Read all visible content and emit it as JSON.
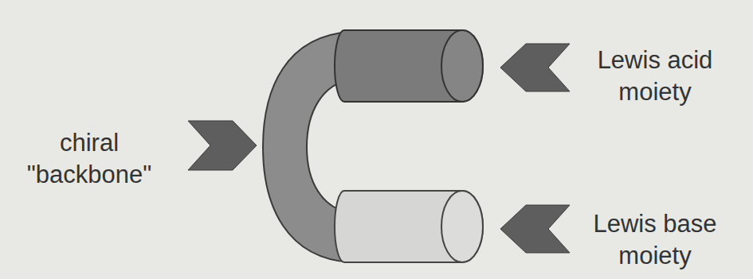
{
  "diagram": {
    "labels": [
      "chiral \"backbone\"",
      "Lewis acid moiety",
      "Lewis base moiety"
    ]
  }
}
